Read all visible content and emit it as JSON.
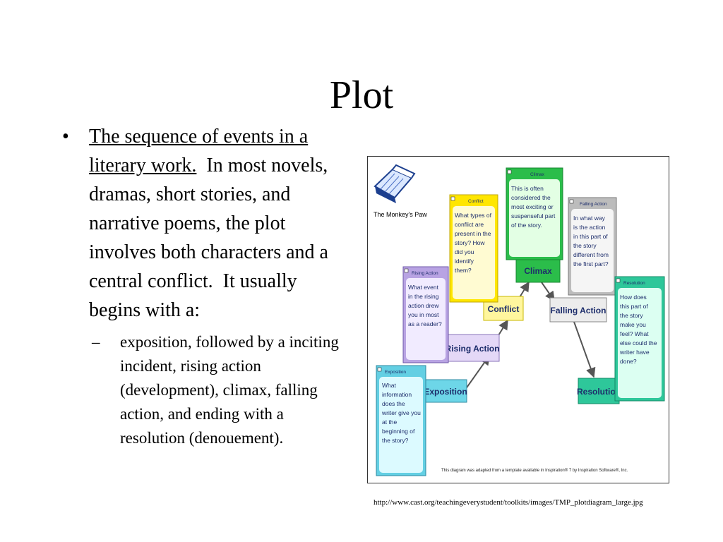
{
  "slide": {
    "title": "Plot",
    "bullet_marker": "•",
    "bullet_underlined": "The sequence of events in a literary work.",
    "bullet_rest": "  In most novels, dramas, short stories, and narrative poems, the plot involves both characters and a central conflict.  It usually begins with a:",
    "sub_marker": "–",
    "sub_text": "exposition, followed by a inciting incident, rising action (development), climax, falling action, and ending with a resolution (denouement).",
    "caption": "http://www.cast.org/teachingeverystudent/toolkits/images/TMP_plotdiagram_large.jpg"
  },
  "diagram": {
    "book_label": "The Monkey's Paw",
    "footer": "This diagram was adapted from a template available in Inspiration® 7 by Inspiration Software®, Inc.",
    "stages": {
      "exposition": "Exposition",
      "rising_action": "Rising Action",
      "conflict": "Conflict",
      "climax": "Climax",
      "falling_action": "Falling Action",
      "resolution": "Resolution"
    },
    "notes": {
      "exposition": {
        "header": "Exposition",
        "lines": [
          "What",
          "information",
          "does the",
          "writer give you",
          "at the",
          "beginning of",
          "the story?"
        ]
      },
      "rising_action": {
        "header": "Rising Action",
        "lines": [
          "What event",
          "in the rising",
          "action drew",
          "you in most",
          "as a reader?"
        ]
      },
      "conflict": {
        "header": "Conflict",
        "lines": [
          "What types of",
          "conflict are",
          "present in the",
          "story? How",
          "did you",
          "identify",
          "them?"
        ]
      },
      "climax": {
        "header": "Climax",
        "lines": [
          "This is often",
          "considered the",
          "most exciting or",
          "suspenseful part",
          "of the story."
        ]
      },
      "falling_action": {
        "header": "Falling Action",
        "lines": [
          "In what way",
          "is the action",
          "in this part of",
          "the story",
          "different from",
          "the first part?"
        ]
      },
      "resolution": {
        "header": "Resolution",
        "lines": [
          "How does",
          "this part of",
          "the story",
          "make you",
          "feel? What",
          "else could the",
          "writer have",
          "done?"
        ]
      }
    },
    "colors": {
      "exposition": "#9fe8f5",
      "rising_action": "#c9b6ea",
      "conflict": "#fff27a",
      "climax": "#2bbd4a",
      "falling_action": "#dcdcdc",
      "resolution": "#2ec79a"
    }
  }
}
